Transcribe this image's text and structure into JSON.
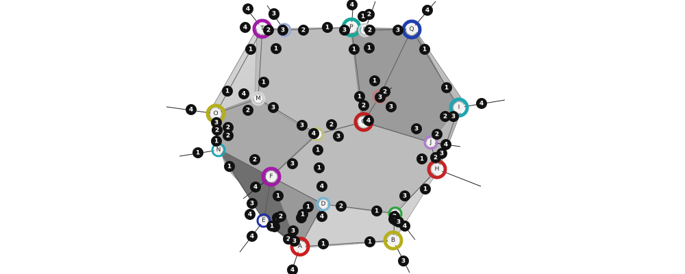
{
  "diagram": {
    "type": "polyhedron-port-graph",
    "nodes": [
      {
        "id": "A",
        "label": "A",
        "ring": "#cc1f1f"
      },
      {
        "id": "B",
        "label": "B",
        "ring": "#b5b01c"
      },
      {
        "id": "C",
        "label": "C",
        "ring": "#22a838"
      },
      {
        "id": "D",
        "label": "D",
        "ring": "#6fb6d8"
      },
      {
        "id": "E",
        "label": "E",
        "ring": "#1f2fa8"
      },
      {
        "id": "F",
        "label": "F",
        "ring": "#a21aa8"
      },
      {
        "id": "G",
        "label": "G",
        "ring": "#c02020"
      },
      {
        "id": "H",
        "label": "H",
        "ring": "#c42626"
      },
      {
        "id": "I",
        "label": "I",
        "ring": "#1fa6b3"
      },
      {
        "id": "J",
        "label": "J",
        "ring": "#b07ad0"
      },
      {
        "id": "K",
        "label": "K",
        "ring": "#c77a7a"
      },
      {
        "id": "L",
        "label": "L",
        "ring": "#c0c27a"
      },
      {
        "id": "M",
        "label": "M",
        "ring": "#d6d6d6"
      },
      {
        "id": "N",
        "label": "N",
        "ring": "#1fa6b3"
      },
      {
        "id": "O",
        "label": "O",
        "ring": "#b5b01c"
      },
      {
        "id": "P",
        "label": "P",
        "ring": "#17a89a"
      },
      {
        "id": "Q",
        "label": "Q",
        "ring": "#1f3fb0"
      },
      {
        "id": "R",
        "label": "R",
        "ring": "#d0d0d0"
      },
      {
        "id": "S",
        "label": "S",
        "ring": "#9aa8d8"
      },
      {
        "id": "T",
        "label": "T",
        "ring": "#a21aa8"
      }
    ],
    "port_badges": [
      "1",
      "1",
      "2",
      "4",
      "1",
      "2",
      "1",
      "3",
      "4",
      "1",
      "2",
      "3",
      "1",
      "2",
      "4",
      "1",
      "3",
      "4",
      "2",
      "3",
      "1",
      "2",
      "3",
      "1",
      "2",
      "3",
      "4",
      "1",
      "3",
      "4",
      "2",
      "1",
      "1",
      "3",
      "4",
      "1",
      "2",
      "4",
      "1",
      "2",
      "3",
      "4",
      "1",
      "1",
      "2",
      "3",
      "4",
      "1",
      "2",
      "3",
      "4",
      "1",
      "1",
      "2",
      "3",
      "1",
      "2",
      "4",
      "1",
      "2",
      "3",
      "4",
      "1",
      "2",
      "3",
      "4",
      "1",
      "2",
      "3",
      "4",
      "2",
      "1",
      "2",
      "3",
      "4",
      "1",
      "2",
      "3",
      "4",
      "1",
      "2",
      "3",
      "4",
      "1",
      "2",
      "3",
      "4",
      "3"
    ],
    "colors": {
      "face_light": "#c8c8c8",
      "face_mid": "#b4b4b4",
      "face_dark": "#8c8c8c",
      "face_darkest": "#6e6e6e",
      "badge": "#111111"
    }
  }
}
